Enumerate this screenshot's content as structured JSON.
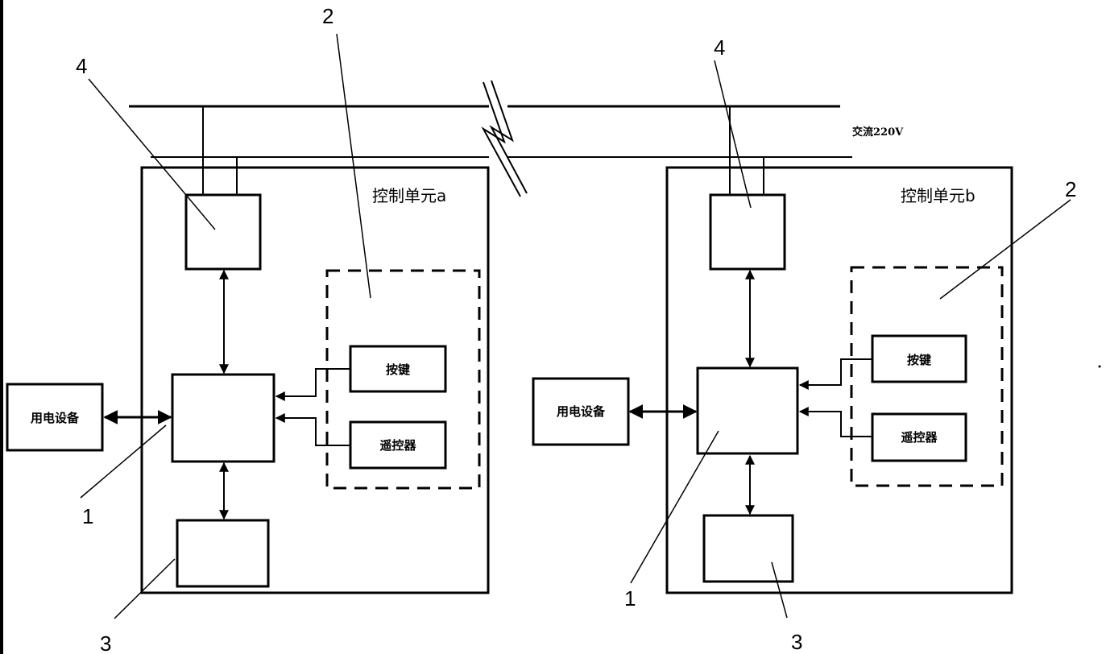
{
  "power_line": {
    "label": "交流220V"
  },
  "units": [
    {
      "id": "a",
      "title": "控制单元a",
      "device_label": "用电设备",
      "keys_label": "按键",
      "remote_label": "遥控器",
      "callouts": {
        "controller": "1",
        "input_group": "2",
        "storage": "3",
        "power_module": "4"
      }
    },
    {
      "id": "b",
      "title": "控制单元b",
      "device_label": "用电设备",
      "keys_label": "按键",
      "remote_label": "遥控器",
      "callouts": {
        "controller": "1",
        "input_group": "2",
        "storage": "3",
        "power_module": "4"
      }
    }
  ]
}
